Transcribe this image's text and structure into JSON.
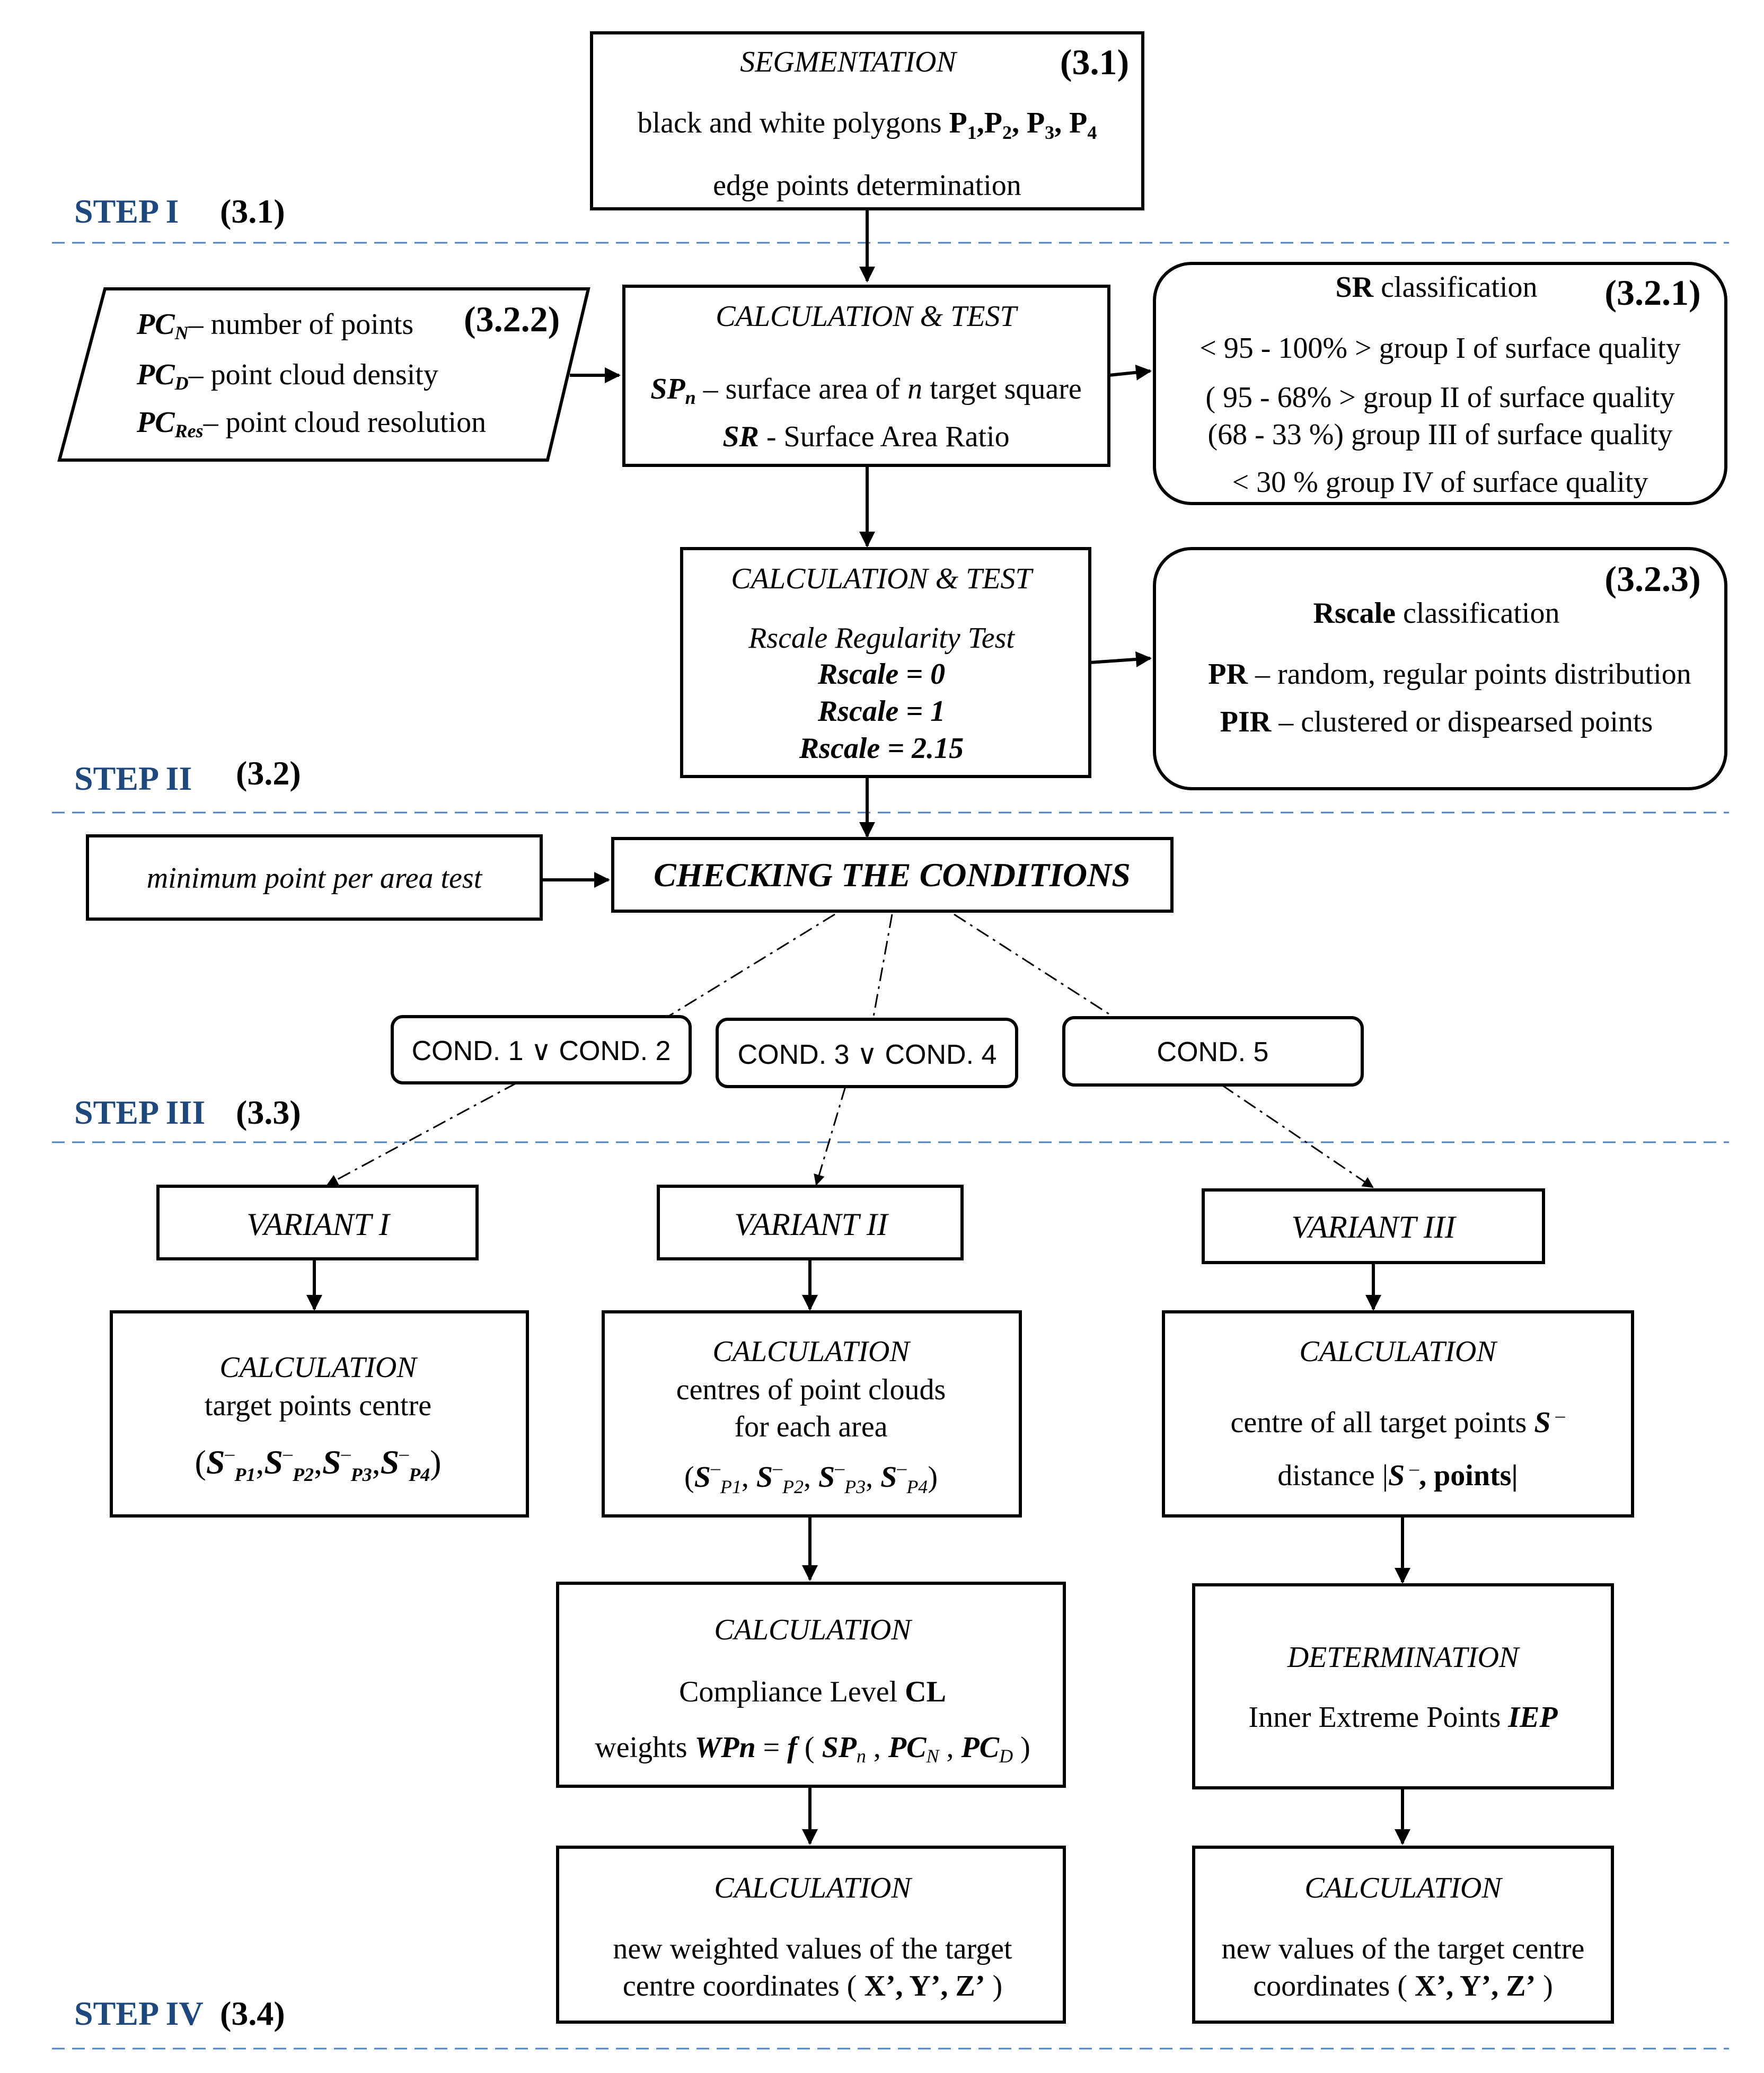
{
  "colors": {
    "step_label": "#1f497d",
    "separator": "#4f81bd",
    "line": "#000000",
    "background": "#ffffff"
  },
  "steps": {
    "step1": {
      "label": "STEP I",
      "ref": "(3.1)"
    },
    "step2": {
      "label": "STEP II",
      "ref": "(3.2)"
    },
    "step3": {
      "label": "STEP III",
      "ref": "(3.3)"
    },
    "step4": {
      "label": "STEP IV",
      "ref": "(3.4)"
    }
  },
  "segmentation": {
    "title": "SEGMENTATION",
    "ref": "(3.1)",
    "line1": "black and white polygons",
    "polys": [
      "P",
      "1",
      ",",
      "P",
      "2",
      ", ",
      "P",
      "3",
      ", ",
      "P",
      "4"
    ],
    "line2": "edge points determination"
  },
  "input_box": {
    "ref": "(3.2.2)",
    "pcn": "PC",
    "pcn_sub": "N",
    "pcn_text": "– number of points",
    "pcd": "PC",
    "pcd_sub": "D",
    "pcd_text": "– point cloud density",
    "pcr": "PC",
    "pcr_sub": "Res",
    "pcr_text": "– point cloud resolution"
  },
  "calc_test_1": {
    "title": "CALCULATION  &  TEST",
    "sp": "SP",
    "sp_sub": "n",
    "sp_text1": "– surface area of ",
    "sp_n": "n",
    "sp_text2": " target square",
    "sr": "SR",
    "sr_text": " - Surface Area Ratio"
  },
  "sr_class": {
    "title_bold": "SR",
    "title_rest": " classification",
    "ref": "(3.2.1)",
    "rows": [
      "< 95 - 100% >  group I  of surface quality",
      "( 95 - 68% >  group II  of surface quality",
      "(68 - 33 %)  group III  of surface quality",
      "< 30 % group IV  of surface quality"
    ]
  },
  "calc_test_2": {
    "title": "CALCULATION  &  TEST",
    "subtitle": "Rscale Regularity Test",
    "rows": [
      "Rscale = 0",
      "Rscale = 1",
      "Rscale = 2.15"
    ]
  },
  "rscale_class": {
    "ref": "(3.2.3)",
    "title_bold": "Rscale",
    "title_rest": " classification",
    "pr_bold": "PR",
    "pr_text": " – random, regular points distribution",
    "pir_bold": "PIR",
    "pir_text": " – clustered or dispearsed points"
  },
  "min_point_box": {
    "label": "minimum point per area test"
  },
  "checking": {
    "label": "CHECKING THE CONDITIONS"
  },
  "conditions": [
    "COND. 1 ∨ COND. 2",
    "COND. 3 ∨ COND. 4",
    "COND. 5"
  ],
  "variants": [
    "VARIANT I",
    "VARIANT II",
    "VARIANT III"
  ],
  "v1_calc": {
    "title": "CALCULATION",
    "line": "target points centre",
    "formula_open": "(",
    "formula_close": ")",
    "sym": "S",
    "sup": "–",
    "subs": [
      "P1",
      "P2",
      "P3",
      "P4"
    ]
  },
  "v2_calc": {
    "title": "CALCULATION",
    "line1": "centres of point clouds",
    "line2": "for each area",
    "formula_open": "(",
    "formula_close": ")",
    "sym": "S",
    "sup": "–",
    "subs": [
      "P1",
      "P2",
      "P3",
      "P4"
    ]
  },
  "v3_calc": {
    "title": "CALCULATION",
    "line1": "centre of all target points ",
    "line1_sym": "S",
    "line1_sup": " –",
    "line2_a": "distance |",
    "line2_sym": "S",
    "line2_sup": " –",
    "line2_b": ", points|"
  },
  "v2_weights": {
    "title": "CALCULATION",
    "line1": "Compliance  Level ",
    "line1_bold": "CL",
    "w_a": "weights ",
    "w_sym": "WPn",
    "w_eq": " = ",
    "w_f": "f",
    "w_open": "  ( ",
    "w_sp": "SP",
    "w_sp_sub": "n",
    "w_pcn": "PC",
    "w_pcn_sub": "N",
    "w_pcd": "PC",
    "w_pcd_sub": "D",
    "w_close": " )"
  },
  "v3_determination": {
    "title": "DETERMINATION",
    "line_a": "Inner Extreme  Points ",
    "line_b": "IEP"
  },
  "v2_final": {
    "title": "CALCULATION",
    "line1": "new weighted values of the target",
    "line2": "centre coordinates ( ",
    "coords": "X’, Y’,  Z’",
    "close": " )"
  },
  "v3_final": {
    "title": "CALCULATION",
    "line1": "new values of the target centre",
    "line2": "coordinates ( ",
    "coords": "X’, Y’,  Z’",
    "close": " )"
  }
}
